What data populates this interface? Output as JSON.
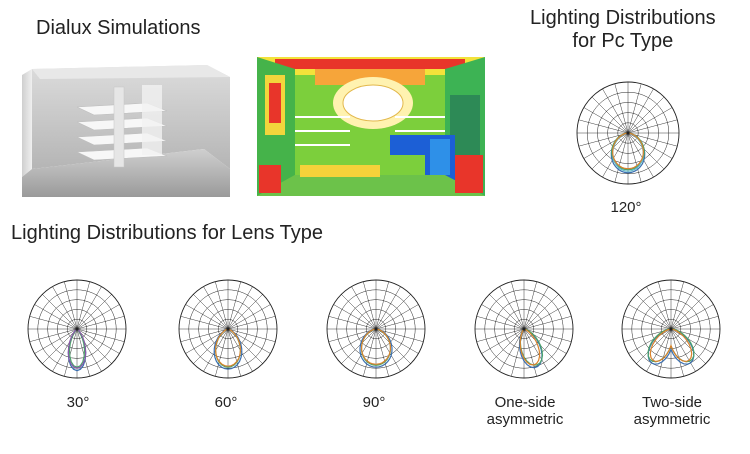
{
  "headings": {
    "dialux": "Dialux Simulations",
    "pc": "Lighting Distributions\nfor Pc Type",
    "pc_line1": "Lighting Distributions",
    "pc_line2": "for Pc Type",
    "lens": "Lighting Distributions for Lens Type"
  },
  "pc_caption": "120°",
  "lens_captions": [
    {
      "line1": "30°",
      "line2": ""
    },
    {
      "line1": "60°",
      "line2": ""
    },
    {
      "line1": "90°",
      "line2": ""
    },
    {
      "line1": "One-side",
      "line2": "asymmetric"
    },
    {
      "line1": "Two-side",
      "line2": "asymmetric"
    }
  ],
  "colors": {
    "grid": "#222222",
    "curve_blue": "#3a6fb0",
    "curve_green": "#4aa36a",
    "curve_orange": "#d9822b",
    "curve_purple": "#8a5aa8",
    "curve_teal": "#5fb8c9"
  },
  "icons": {
    "render_room": "room-render-image",
    "false_color": "false-color-simulation-image"
  }
}
